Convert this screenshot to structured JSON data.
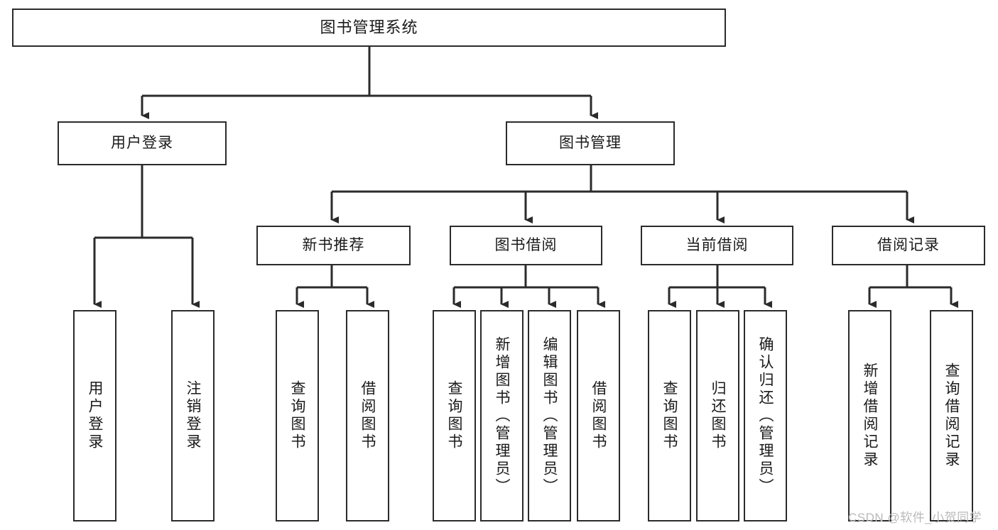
{
  "diagram": {
    "type": "tree-hierarchy-chart",
    "title": "图书管理系统",
    "watermark": "CSDN @软件_小贺同学",
    "colors": {
      "stroke": "#2b2b2b",
      "fill": "#ffffff",
      "text": "#1a1a1a",
      "watermark": "#b9b9b9"
    },
    "nodes": {
      "root": {
        "label": "图书管理系统"
      },
      "level2": [
        {
          "label": "用户登录"
        },
        {
          "label": "图书管理"
        }
      ],
      "level3": [
        {
          "label": "新书推荐"
        },
        {
          "label": "图书借阅"
        },
        {
          "label": "当前借阅"
        },
        {
          "label": "借阅记录"
        }
      ],
      "leaves_user_login": [
        {
          "label": "用户登录"
        },
        {
          "label": "注销登录"
        }
      ],
      "leaves_new_books": [
        {
          "label": "查询图书"
        },
        {
          "label": "借阅图书"
        }
      ],
      "leaves_borrow": [
        {
          "label": "查询图书"
        },
        {
          "label": "新增图书（管理员）"
        },
        {
          "label": "编辑图书（管理员）"
        },
        {
          "label": "借阅图书"
        }
      ],
      "leaves_current": [
        {
          "label": "查询图书"
        },
        {
          "label": "归还图书"
        },
        {
          "label": "确认归还（管理员）"
        }
      ],
      "leaves_records": [
        {
          "label": "新增借阅记录"
        },
        {
          "label": "查询借阅记录"
        }
      ]
    }
  }
}
